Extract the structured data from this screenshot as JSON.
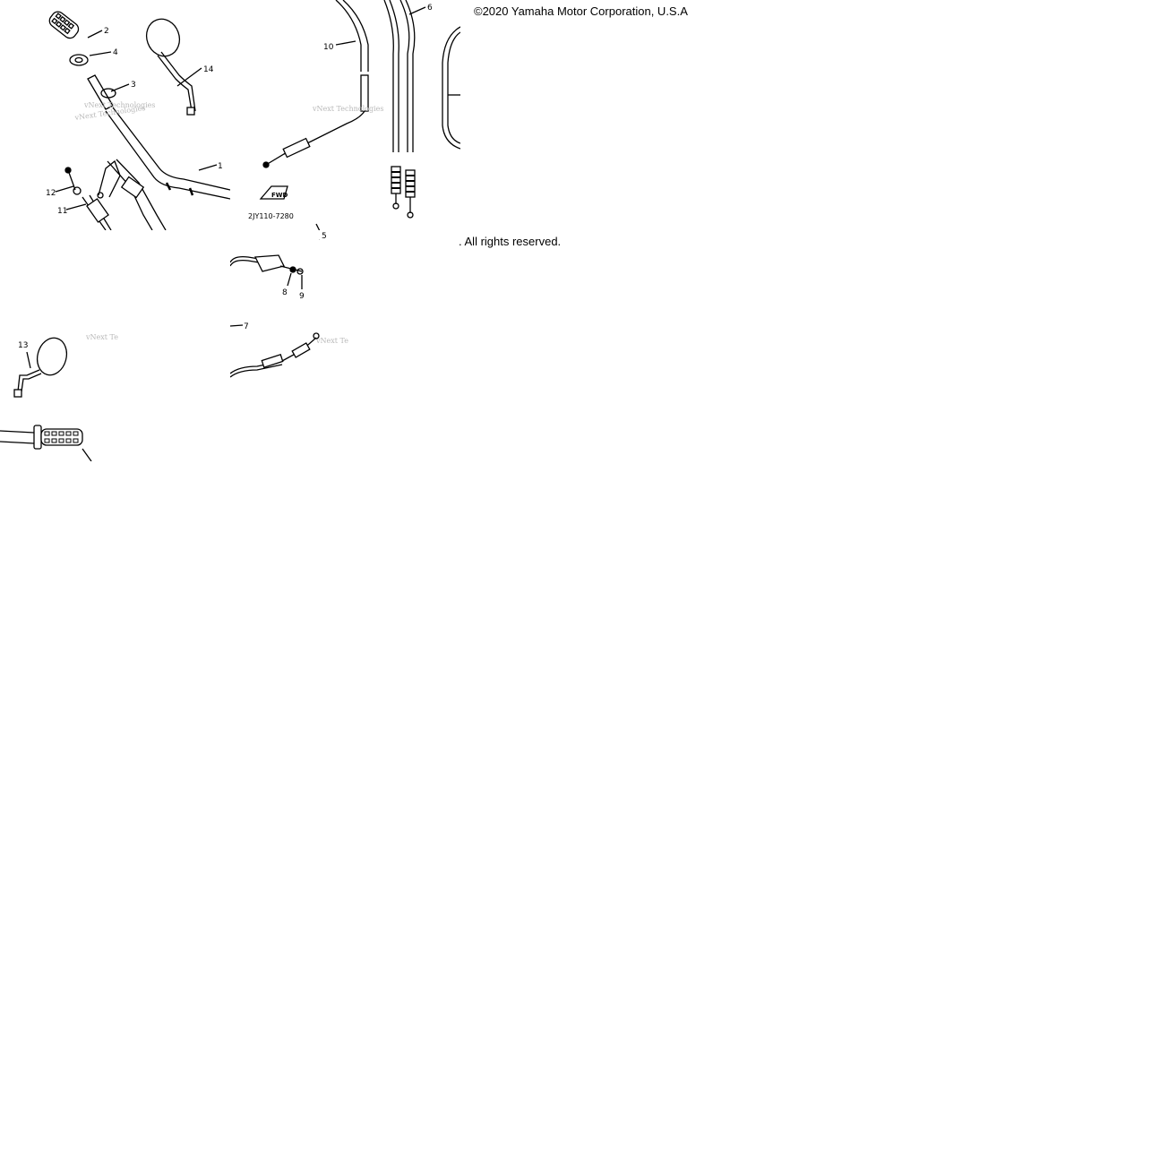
{
  "copyright": {
    "line1": "©2020 Yamaha Motor Corporation, U.S.A",
    "line2": ". All rights reserved."
  },
  "watermark": "vNext Technologies",
  "watermark_short": "vNext Te",
  "diagram_code": "2JY110-7280",
  "fwd_label": "FWD",
  "callouts": {
    "c1": "1",
    "c2": "2",
    "c3": "3",
    "c4": "4",
    "c5": "5",
    "c6": "6",
    "c7": "7",
    "c8": "8",
    "c9": "9",
    "c10": "10",
    "c11": "11",
    "c12": "12",
    "c13": "13",
    "c14": "14"
  }
}
